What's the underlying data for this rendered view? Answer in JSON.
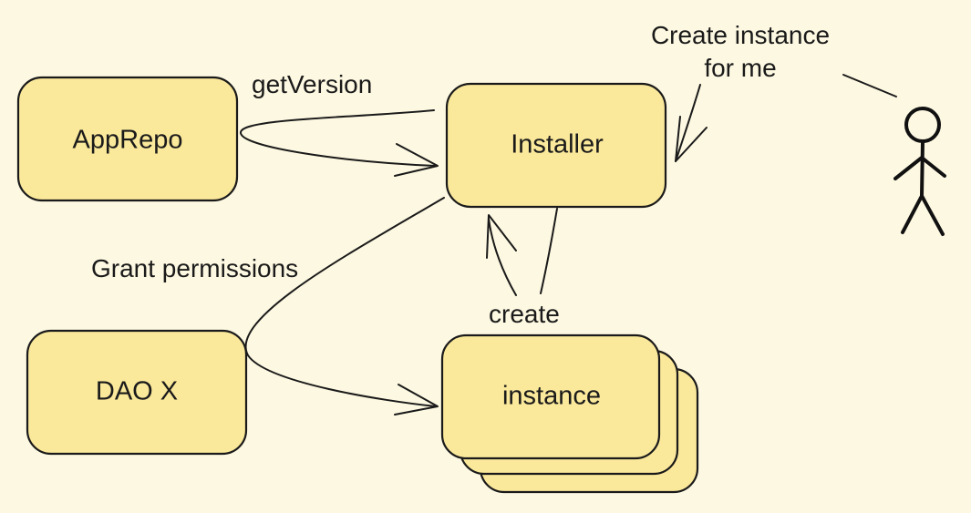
{
  "colors": {
    "background": "#fdf8e1",
    "node_fill": "#fae89b",
    "stroke": "#1a1a1a"
  },
  "nodes": {
    "app_repo": "AppRepo",
    "installer": "Installer",
    "dao": "DAO X",
    "instance": "instance"
  },
  "edges": {
    "get_version": "getVersion",
    "grant_permissions": "Grant permissions",
    "create": "create",
    "request_line_1": "Create instance",
    "request_line_2": "for me"
  },
  "icons": {
    "user": "stick-figure-icon"
  }
}
